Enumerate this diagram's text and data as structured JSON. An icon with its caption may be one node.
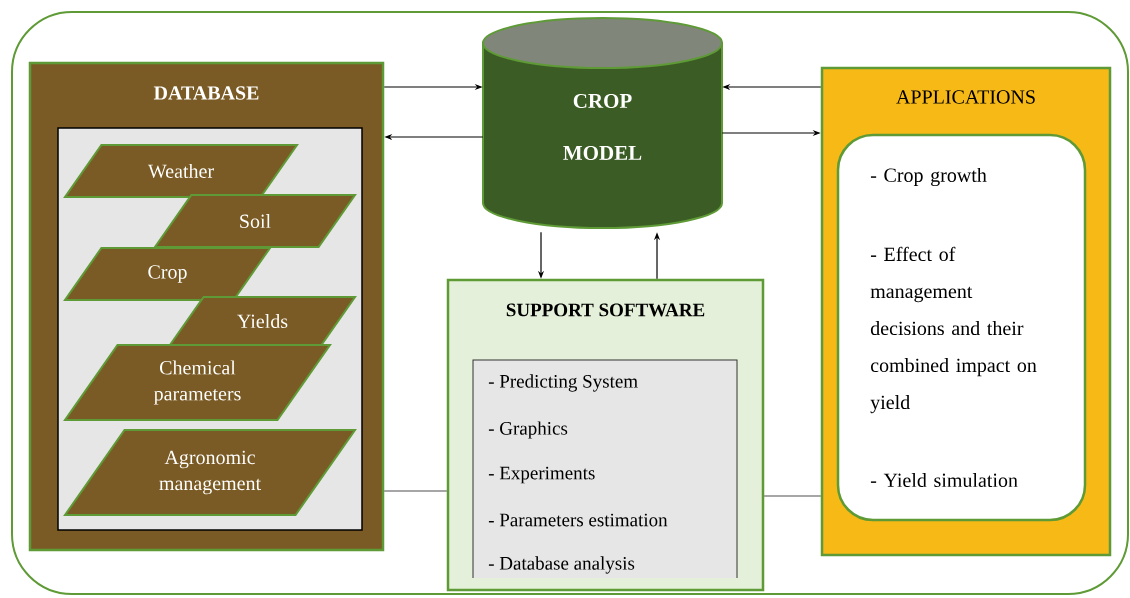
{
  "diagram": {
    "nodes": [
      {
        "text": [],
        "shape": "box"
      },
      {
        "text": [
          "DATABASE"
        ],
        "in": 0
      },
      {
        "text": [],
        "shape": "box",
        "in": 1
      },
      {
        "text": [
          "Weather"
        ],
        "in": 2
      },
      {
        "text": [
          "Soil"
        ],
        "in": 2
      },
      {
        "text": [
          "Crop"
        ],
        "in": 2
      },
      {
        "text": [
          "Yields"
        ],
        "in": 2
      },
      {
        "text": [
          "Chemical parameters"
        ],
        "in": 2
      },
      {
        "text": [
          "Agronomic management"
        ],
        "in": 2
      },
      {
        "text": [
          "CROP MODEL"
        ],
        "in": 0
      },
      {
        "text": [
          "APPLICATIONS"
        ],
        "in": 0
      },
      {
        "text": [
          "- Crop growth",
          "- Effect of management decisions and their combined impact on yield",
          "- Yield simulation"
        ],
        "in": 10
      },
      {
        "text": [
          "SUPPORT SOFTWARE"
        ],
        "in": 0
      },
      {
        "text": [
          "- Predicting System",
          "- Graphics",
          "- Experiments",
          "- Parameters estimation",
          "- Database analysis"
        ],
        "in": 12
      }
    ],
    "edges": [
      {
        "from": 1,
        "to": 9,
        "arrow": "to"
      },
      {
        "from": 9,
        "to": 1,
        "arrow": "to"
      },
      {
        "from": 10,
        "to": 9,
        "arrow": "to"
      },
      {
        "from": 9,
        "to": 10,
        "arrow": "to"
      },
      {
        "from": 9,
        "to": 12,
        "arrow": "to"
      },
      {
        "from": 12,
        "to": 9,
        "arrow": "to"
      },
      {
        "from": 1,
        "to": 12,
        "arrow": "none"
      },
      {
        "from": 12,
        "to": 10,
        "arrow": "none"
      }
    ]
  }
}
